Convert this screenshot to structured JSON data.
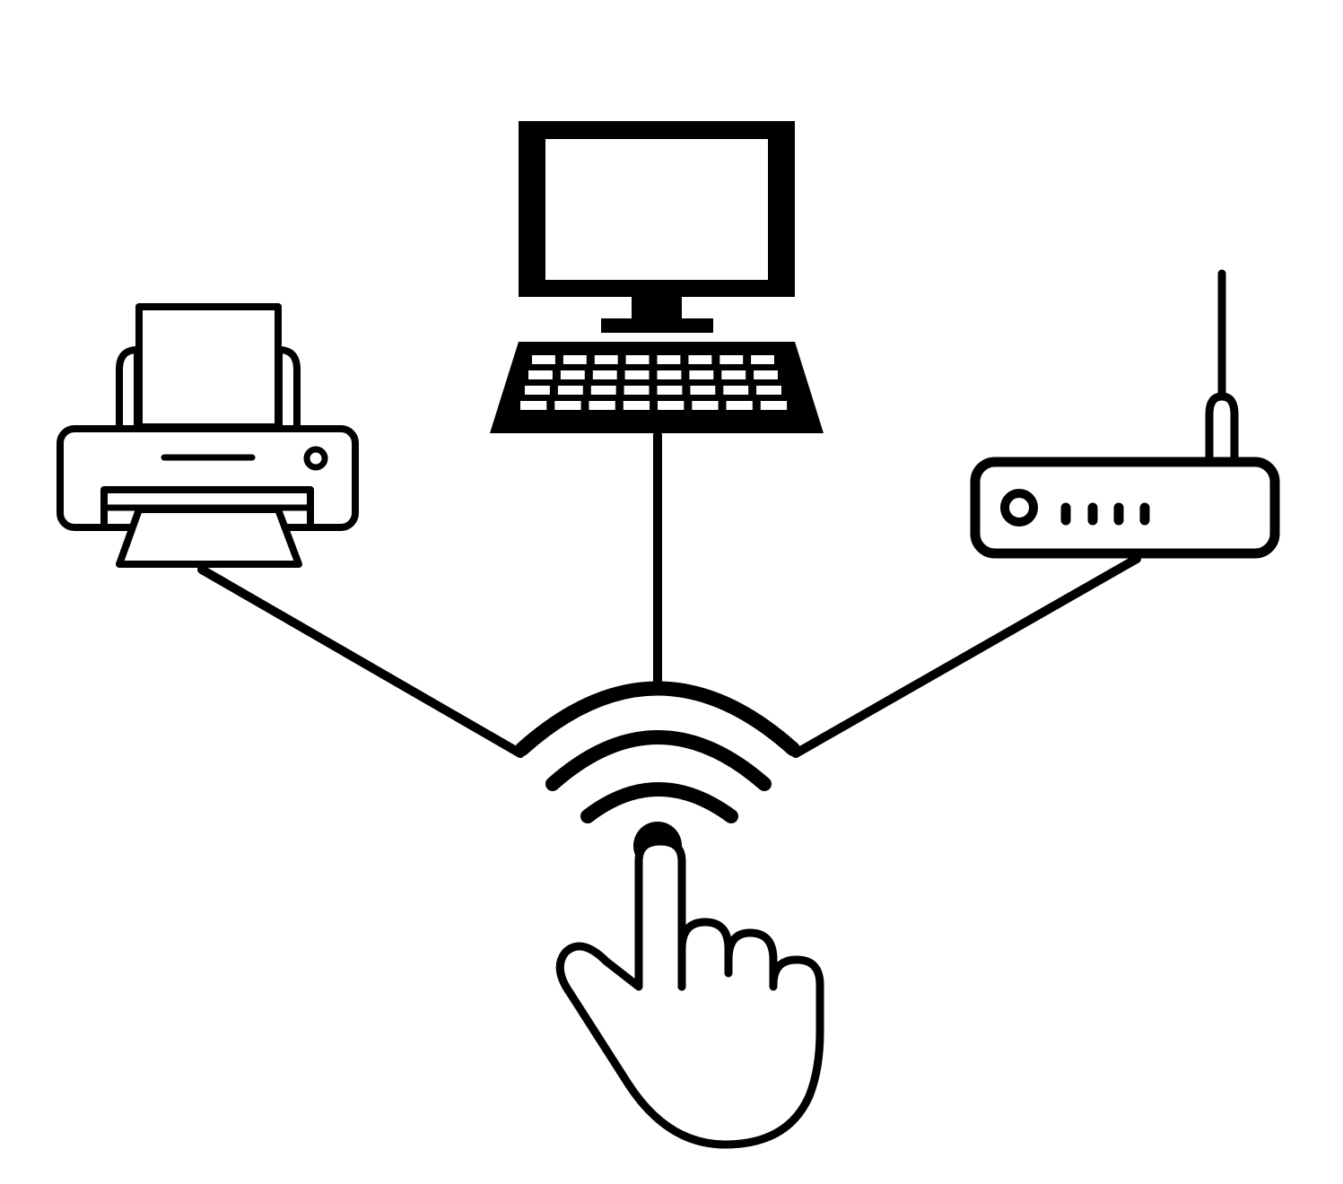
{
  "diagram": {
    "nodes": [
      {
        "id": "printer",
        "icon": "printer-icon"
      },
      {
        "id": "computer",
        "icon": "desktop-computer-icon"
      },
      {
        "id": "router",
        "icon": "wireless-router-icon"
      },
      {
        "id": "touch",
        "icon": "touch-hand-icon"
      }
    ],
    "edges": [
      {
        "from": "touch",
        "to": "printer"
      },
      {
        "from": "touch",
        "to": "computer"
      },
      {
        "from": "touch",
        "to": "router"
      }
    ],
    "colors": {
      "stroke": "#000000",
      "background": "#ffffff"
    }
  }
}
